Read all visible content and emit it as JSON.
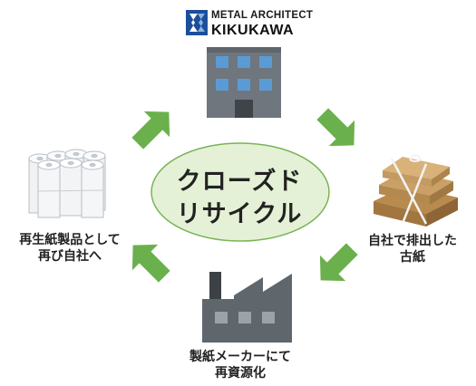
{
  "logo": {
    "line1": "METAL ARCHITECT",
    "line2": "KIKUKAWA",
    "brand_color": "#1b4f9c"
  },
  "center": {
    "line1": "クローズド",
    "line2": "リサイクル",
    "fill_color": "#e4f1d6",
    "stroke_color": "#7bb356"
  },
  "nodes": {
    "office": {
      "icon": "office-building-icon"
    },
    "paper": {
      "icon": "cardboard-bundle-icon",
      "line1": "自社で排出した",
      "line2": "古紙"
    },
    "factory": {
      "icon": "factory-icon",
      "line1": "製紙メーカーにて",
      "line2": "再資源化"
    },
    "rolls": {
      "icon": "toilet-paper-rolls-icon",
      "line1": "再生紙製品として",
      "line2": "再び自社へ"
    }
  },
  "arrow_color": "#6ab04c"
}
